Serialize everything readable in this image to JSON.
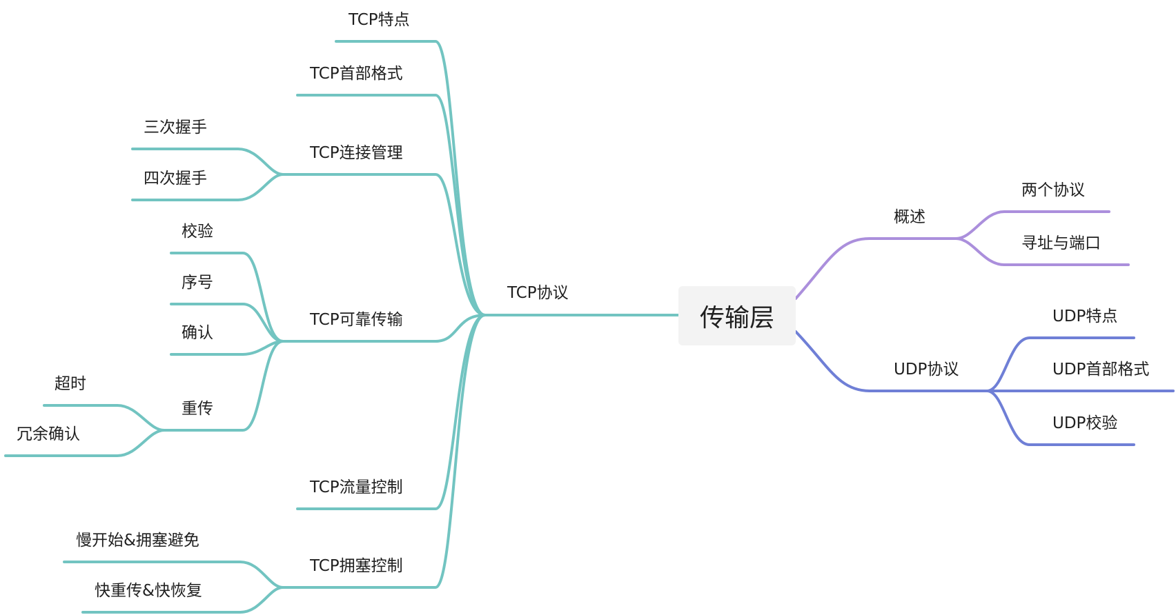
{
  "root": {
    "label": "传输层"
  },
  "colors": {
    "tcp": "#72c4c1",
    "overview": "#ab8fdc",
    "udp": "#6f7fd6"
  },
  "tcp": {
    "label": "TCP协议",
    "features": "TCP特点",
    "header_format": "TCP首部格式",
    "connection_mgmt": {
      "label": "TCP连接管理",
      "children": [
        "三次握手",
        "四次握手"
      ]
    },
    "reliable": {
      "label": "TCP可靠传输",
      "children": [
        "校验",
        "序号",
        "确认"
      ],
      "retransmit": {
        "label": "重传",
        "children": [
          "超时",
          "冗余确认"
        ]
      }
    },
    "flow_control": "TCP流量控制",
    "congestion": {
      "label": "TCP拥塞控制",
      "children": [
        "慢开始&拥塞避免",
        "快重传&快恢复"
      ]
    }
  },
  "overview": {
    "label": "概述",
    "children": [
      "两个协议",
      "寻址与端口"
    ]
  },
  "udp": {
    "label": "UDP协议",
    "children": [
      "UDP特点",
      "UDP首部格式",
      "UDP校验"
    ]
  }
}
